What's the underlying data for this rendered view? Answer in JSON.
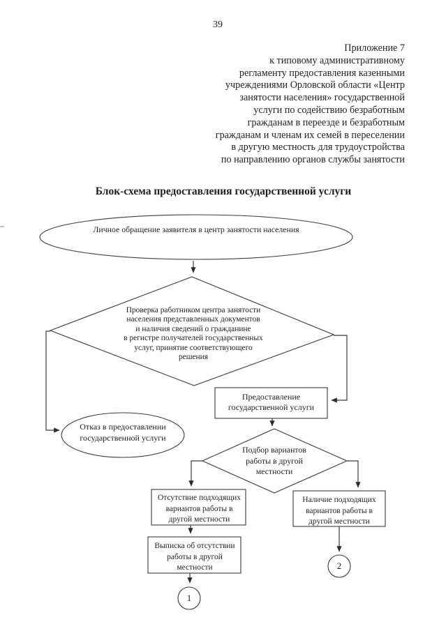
{
  "colors": {
    "ink": "#1f1f1f",
    "line": "#3a3a3a",
    "paper": "#ffffff"
  },
  "page": {
    "number": "39",
    "appendix": "Приложение 7\nк типовому административному\nрегламенту предоставления казенными\nучреждениями Орловской области «Центр\nзанятости населения» государственной\nуслуги по содействию безработным\nгражданам в переезде и безработным\nгражданам и членам их семей в переселении\nв другую местность для трудоустройства\nпо направлению органов службы занятости",
    "title": "Блок-схема предоставления государственной услуги"
  },
  "flowchart": {
    "start_ellipse": "Личное обращение заявителя в центр занятости населения",
    "check_decision": "Проверка работником центра занятости\nнаселения представленных документов\nи наличия сведений о гражданине\nв регистре получателей государственных\nуслуг, принятие соответствующего\nрешения",
    "provide_service": "Предоставление\nгосударственной услуги",
    "refusal_ellipse": "Отказ в предоставлении\nгосударственной услуги",
    "select_decision": "Подбор вариантов\nработы в другой\nместности",
    "no_suitable_options": "Отсутствие подходящих\nвариантов работы в\nдругой местности",
    "absence_statement": "Выписка об отсутствии\nработы в другой\nместности",
    "suitable_options": "Наличие подходящих\nвариантов работы в\nдругой местности",
    "connector_1": "1",
    "connector_2": "2"
  }
}
